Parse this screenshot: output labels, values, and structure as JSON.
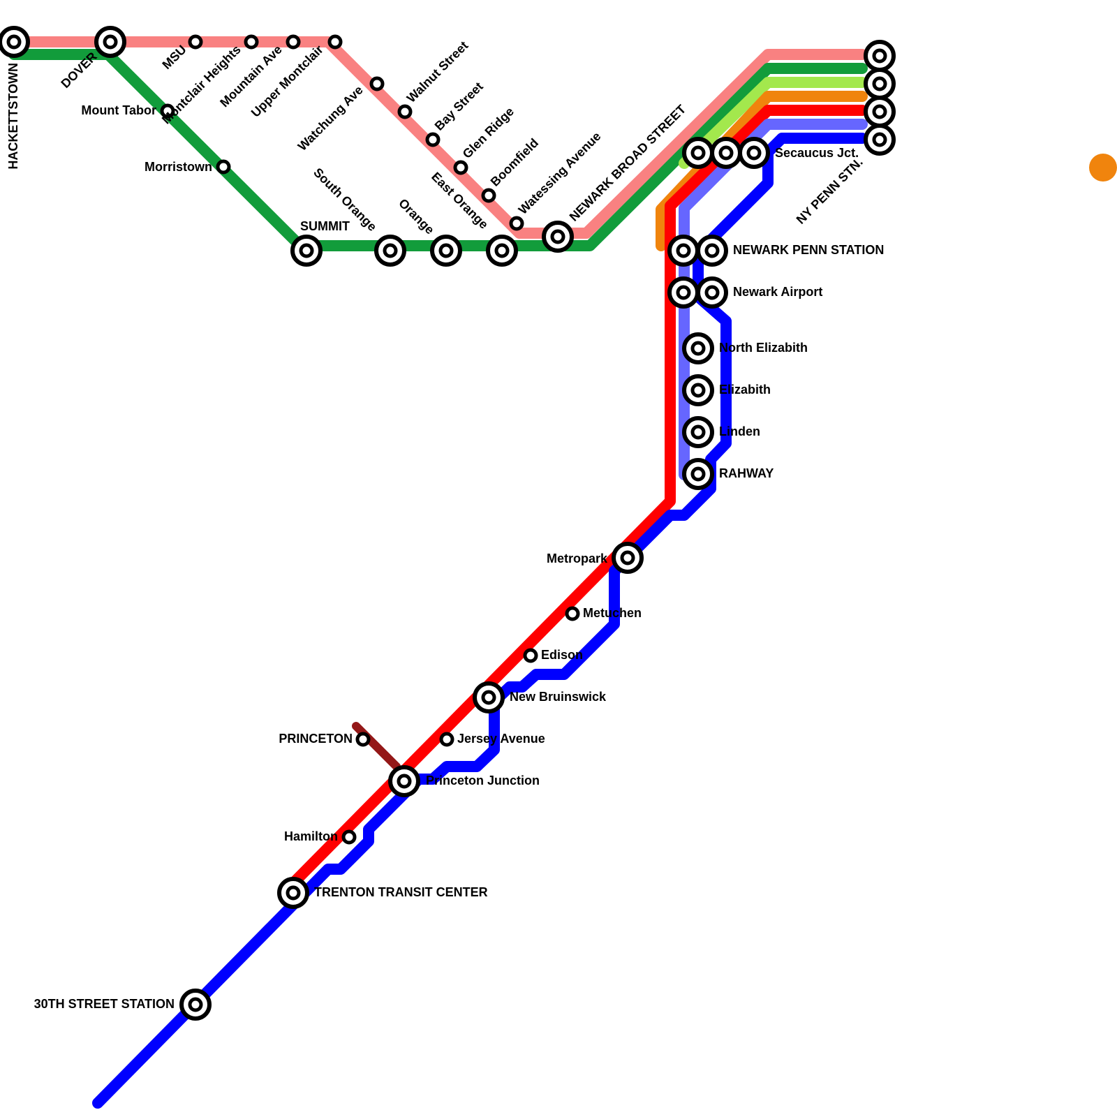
{
  "colors": {
    "morris_essex": "#f98181",
    "gladstone": "#129c3b",
    "light_green": "#a3e84d",
    "orange": "#f0840d",
    "red": "#ff0000",
    "periwinkle": "#6666ff",
    "blue": "#0000ff",
    "princeton_shuttle": "#941818",
    "station_fill": "#ffffff",
    "station_outline": "#000000"
  },
  "stations": {
    "hackettstown": "HACKETTSTOWN",
    "dover": "DOVER",
    "msu": "MSU",
    "montclair_heights": "Montclair Heights",
    "mountain_ave": "Mountain Ave",
    "upper_montclair": "Upper Montclair",
    "watchung_ave": "Watchung Ave",
    "walnut_street": "Walnut Street",
    "bay_street": "Bay Street",
    "glen_ridge": "Glen Ridge",
    "boomfield": "Boomfield",
    "watessing_avenue": "Watessing Avenue",
    "newark_broad_street": "NEWARK BROAD STREET",
    "mount_tabor": "Mount Tabor",
    "morristown": "Morristown",
    "summit": "SUMMIT",
    "south_orange": "South Orange",
    "orange": "Orange",
    "east_orange": "East Orange",
    "secaucus": "Secaucus Jct.",
    "ny_penn": "NY PENN STN.",
    "newark_penn": "NEWARK PENN STATION",
    "newark_airport": "Newark Airport",
    "north_elizabeth": "North Elizabith",
    "elizabeth": "Elizabith",
    "linden": "Linden",
    "rahway": "RAHWAY",
    "metropark": "Metropark",
    "metuchen": "Metuchen",
    "edison": "Edison",
    "new_brunswick": "New Bruinswick",
    "jersey_avenue": "Jersey Avenue",
    "princeton": "PRINCETON",
    "princeton_junction": "Princeton Junction",
    "hamilton": "Hamilton",
    "trenton": "TRENTON TRANSIT CENTER",
    "thirtieth_street": "30TH STREET STATION"
  },
  "legend_marker_color": "#f0840d"
}
